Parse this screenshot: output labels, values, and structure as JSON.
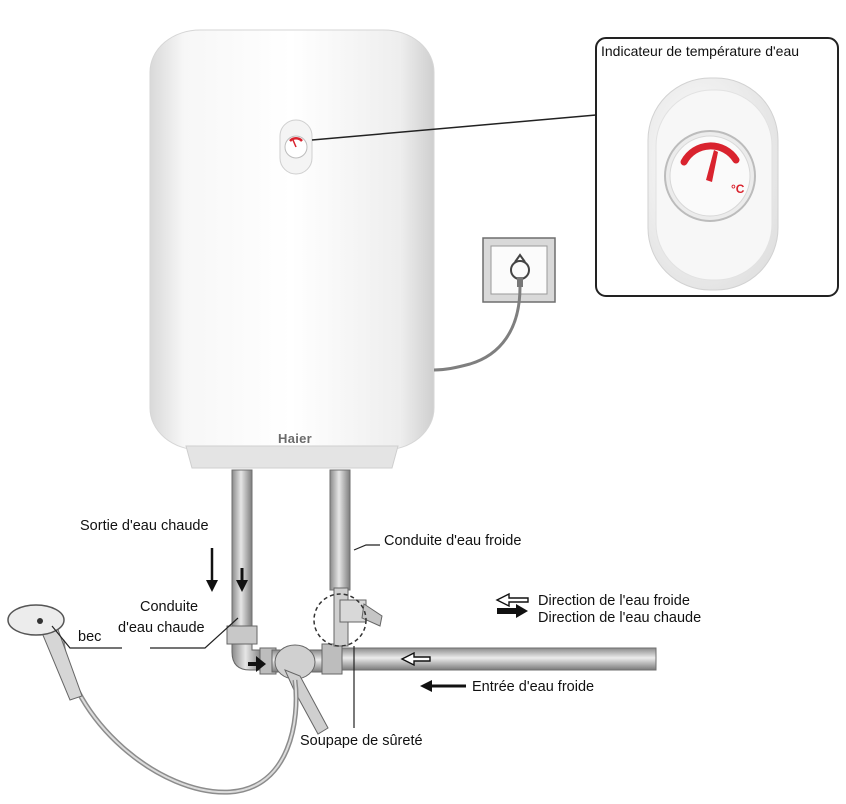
{
  "heater": {
    "brand": "Haier"
  },
  "inset": {
    "title": "Indicateur de température d'eau",
    "unit": "°C"
  },
  "labels": {
    "hot_outlet": "Sortie d'eau chaude",
    "hot_pipe_line1": "Conduite",
    "hot_pipe_line2": "d'eau chaude",
    "cold_pipe": "Conduite d'eau froide",
    "spout": "bec",
    "safety_valve": "Soupape de sûreté",
    "cold_inlet": "Entrée d'eau froide"
  },
  "legend": {
    "cold_direction": "Direction de l'eau froide",
    "hot_direction": "Direction de l'eau chaude"
  },
  "colors": {
    "tank": "#f2f2f2",
    "indicator_red": "#d9232e",
    "pipe": "#a9a9a9"
  }
}
